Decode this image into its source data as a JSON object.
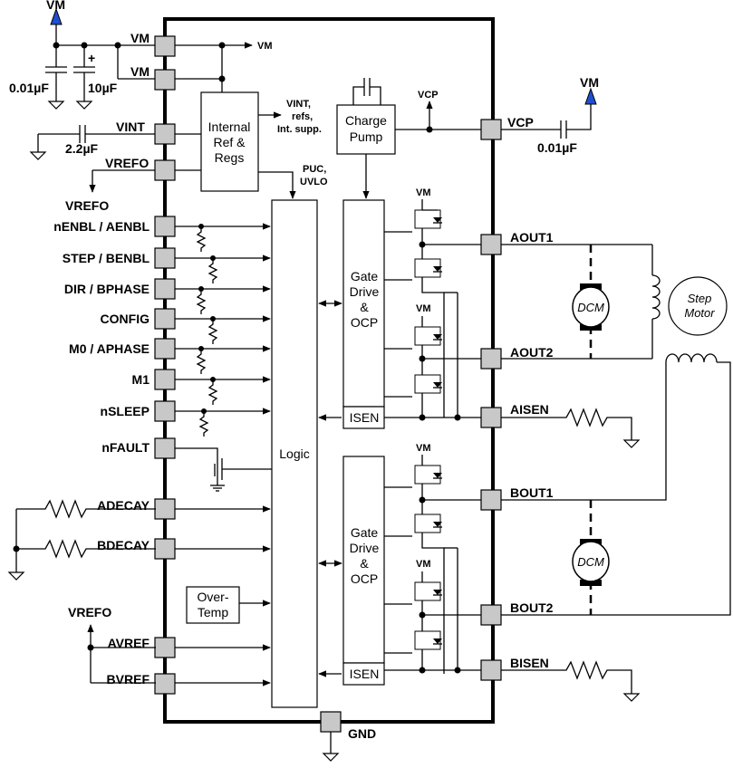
{
  "diagram": {
    "supply": {
      "vm_top": "VM",
      "vm_arrow": "VM",
      "vm_right": "VM",
      "vrefo_bottom": "VREFO",
      "vrefo_left": "VREFO"
    },
    "caps": {
      "c1": "0.01µF",
      "c2": "10µF",
      "c3": "2.2µF",
      "c4": "0.01µF",
      "plus": "+"
    },
    "pins_left": [
      "VM",
      "VM",
      "VINT",
      "VREFO",
      "nENBL / AENBL",
      "STEP / BENBL",
      "DIR / BPHASE",
      "CONFIG",
      "M0 / APHASE",
      "M1",
      "nSLEEP",
      "nFAULT",
      "ADECAY",
      "BDECAY",
      "AVREF",
      "BVREF"
    ],
    "pins_right": [
      "VCP",
      "AOUT1",
      "AOUT2",
      "AISEN",
      "BOUT1",
      "BOUT2",
      "BISEN"
    ],
    "pin_bottom": "GND",
    "blocks": {
      "internal_ref": [
        "Internal",
        "Ref &",
        "Regs"
      ],
      "charge_pump": [
        "Charge",
        "Pump"
      ],
      "logic": "Logic",
      "gate_drive": [
        "Gate",
        "Drive",
        "&",
        "OCP"
      ],
      "isen": "ISEN",
      "over_temp": [
        "Over-",
        "Temp"
      ]
    },
    "signals": {
      "vint_out": [
        "VINT,",
        "refs,",
        "Int. supp."
      ],
      "puc": [
        "PUC,",
        "UVLO"
      ],
      "vcp": "VCP",
      "vm_fet": "VM"
    },
    "loads": {
      "dcm": "DCM",
      "step_motor": [
        "Step",
        "Motor"
      ]
    }
  }
}
